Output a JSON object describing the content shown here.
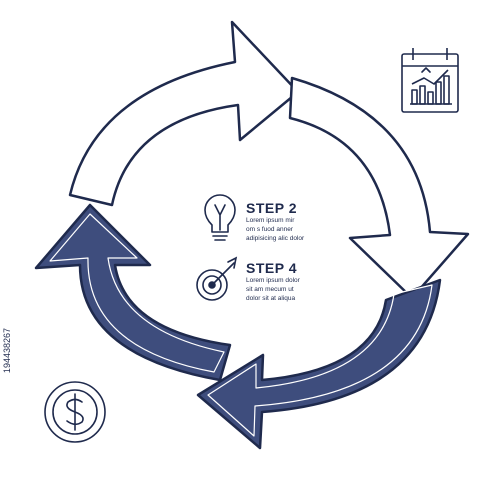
{
  "colors": {
    "navy": "#1f2a4d",
    "fill": "#3e4d7d",
    "white": "#ffffff"
  },
  "steps": [
    {
      "title": "STEP 2",
      "text_lines": [
        "Lorem ipsum mir",
        "om  s  fuod  anner",
        "adipisicing alic dolor"
      ],
      "icon": "lightbulb-icon"
    },
    {
      "title": "STEP 4",
      "text_lines": [
        "Lorem ipsum dolor",
        "sit am  mecum ut",
        "dolor sit at  aliqua"
      ],
      "icon": "target-icon"
    }
  ],
  "icons": {
    "calendar_chart": "calendar-chart-icon",
    "dollar_coin": "dollar-coin-icon"
  },
  "stock_id": "194438267"
}
